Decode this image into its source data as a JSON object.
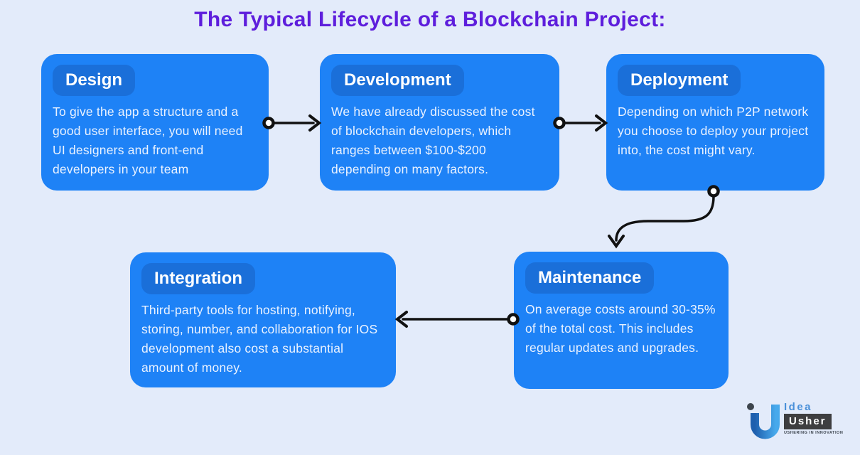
{
  "title": "The Typical Lifecycle of a Blockchain Project:",
  "cards": [
    {
      "label": "Design",
      "body": "To give the app a structure and a good user interface, you will need UI designers and front-end developers in your team"
    },
    {
      "label": "Development",
      "body": "We have already discussed the cost of blockchain developers, which ranges between $100-$200 depending on many factors."
    },
    {
      "label": "Deployment",
      "body": "Depending on which P2P network you choose to deploy your project into, the cost might vary."
    },
    {
      "label": "Integration",
      "body": "Third-party tools for hosting, notifying, storing, number, and collaboration for IOS development also cost a substantial amount of money."
    },
    {
      "label": "Maintenance",
      "body": "On average costs around 30-35% of the total cost. This includes regular updates and upgrades."
    }
  ],
  "connectors": [
    {
      "from": "Design",
      "to": "Development",
      "style": "straight-right"
    },
    {
      "from": "Development",
      "to": "Deployment",
      "style": "straight-right"
    },
    {
      "from": "Deployment",
      "to": "Maintenance",
      "style": "s-curve-down-left"
    },
    {
      "from": "Maintenance",
      "to": "Integration",
      "style": "straight-left"
    }
  ],
  "logo": {
    "brand_top": "Idea",
    "brand_bottom": "Usher",
    "tagline": "USHERING IN INNOVATION"
  },
  "colors": {
    "background": "#E3EBFA",
    "card": "#1E82F6",
    "card_badge": "#1A6FD9",
    "title": "#5E1EDC",
    "card_text": "#EAF2FF",
    "arrow": "#111111",
    "logo_blue": "#4A90D9",
    "logo_box": "#3E3E40"
  }
}
